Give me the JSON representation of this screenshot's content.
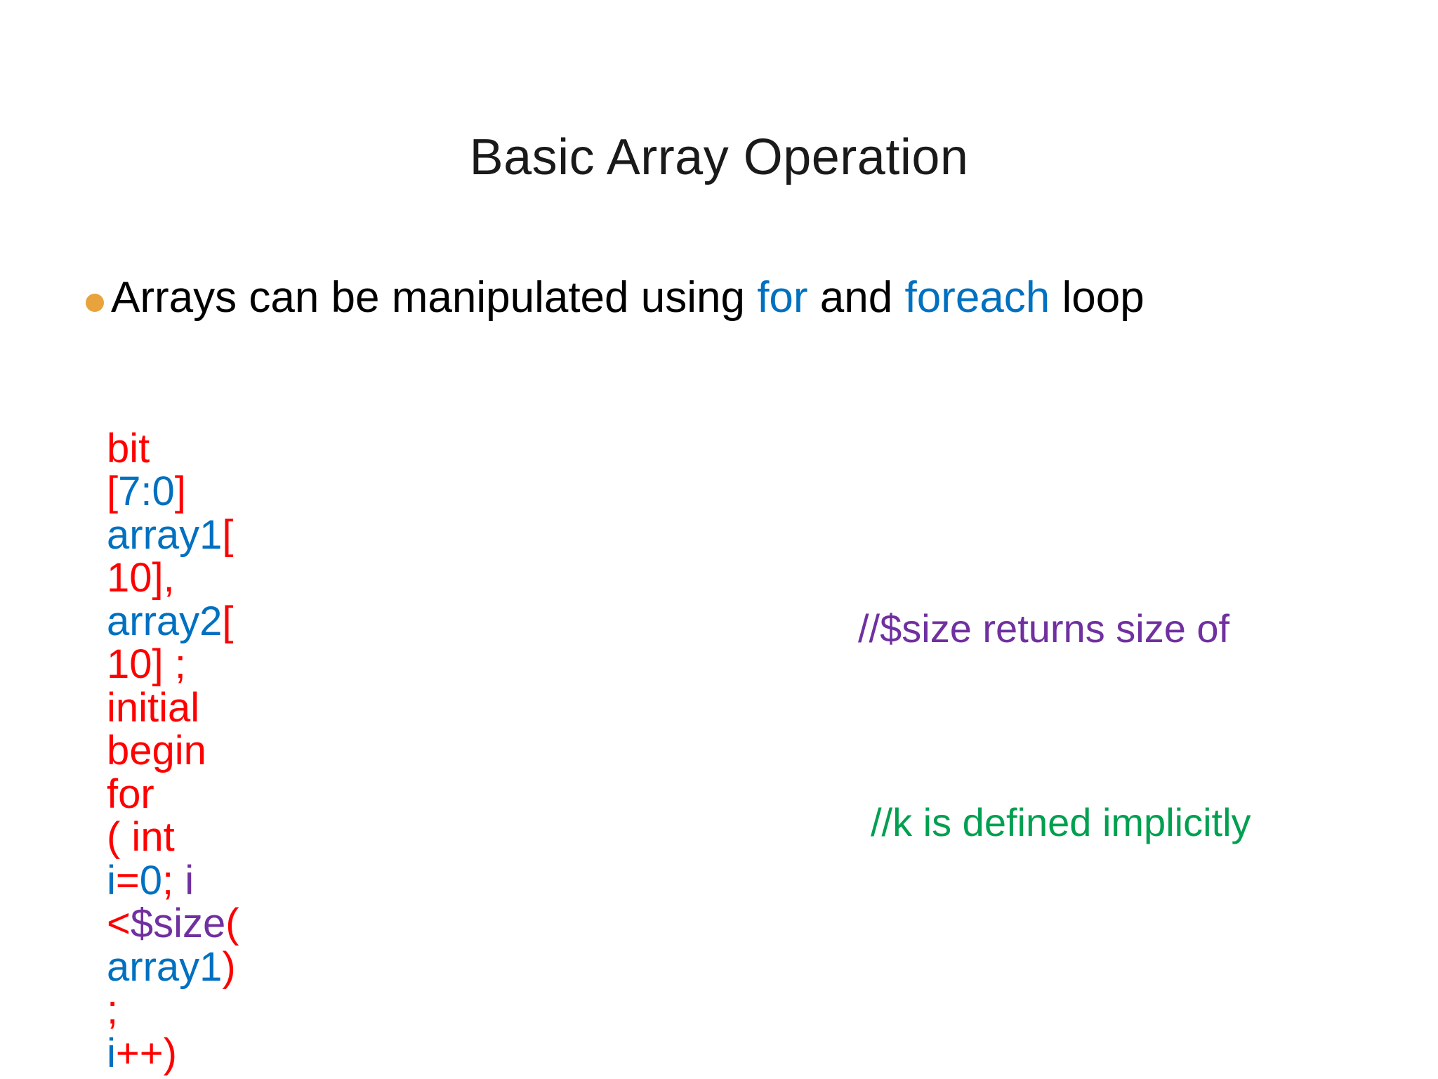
{
  "slide": {
    "title": "Basic Array Operation",
    "background_color": "#FFFFFF"
  },
  "colors": {
    "bullet": "#E8A33D",
    "keyword_blue": "#0070C0",
    "code_red": "#FF0000",
    "code_purple": "#7030A0",
    "comment_purple": "#7030A0",
    "comment_green": "#00A050",
    "body_text": "#000000"
  },
  "bullet": {
    "marker": "bullet-dot",
    "text_part1": "Arrays can be manipulated using ",
    "keyword1": "for",
    "text_part2": " and ",
    "keyword2": "foreach",
    "text_part3": " loop",
    "full_text": "Arrays can be manipulated using for and foreach loop"
  },
  "code": {
    "full_text": "bit [7:0] array1[10], array2[10] ; initial begin for ( int i=0; i <$size(array1); i++)",
    "line1": {
      "t1": "bit ",
      "t2": "[",
      "t3": "7:0",
      "t4": "] ",
      "t5": "array1",
      "t6": "[10]",
      "t7": ", ",
      "t8": "array2",
      "t9": "[10]",
      "t10": " ;"
    },
    "line2": "initial",
    "line3": "begin",
    "line4": "for",
    "line5": "( int ",
    "line6": {
      "i": "i",
      "eq": "=",
      "zero": "0",
      "semi": "; ",
      "i2": "i "
    },
    "line7": {
      "lt": "<",
      "size": "$size",
      "open": "(",
      "array": "array1",
      "close": ");"
    },
    "line8": {
      "i": "i",
      "inc": "++)"
    }
  },
  "comments": {
    "size_comment": "//$size returns size of",
    "k_comment": "//k is defined implicitly"
  }
}
